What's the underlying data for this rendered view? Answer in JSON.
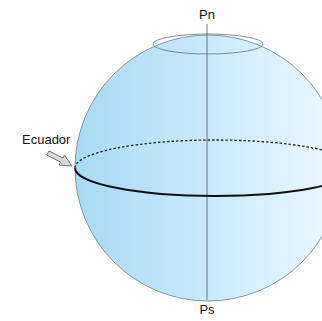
{
  "diagram": {
    "labels": [
      "Pn",
      "Ecuador",
      "Ps"
    ]
  }
}
